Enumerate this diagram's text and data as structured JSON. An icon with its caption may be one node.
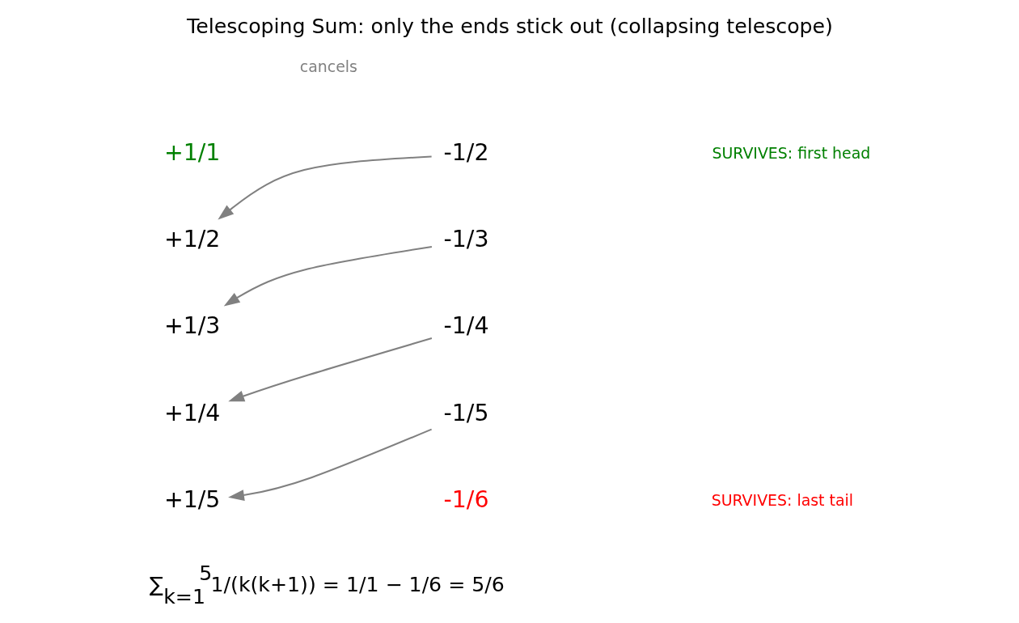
{
  "diagram": {
    "title": "Telescoping Sum: only the ends stick out (collapsing telescope)",
    "caption": "∑$_{k=1}$$^{5}$1/(k(k+1)) = 1/1 − 1/6 = 5/6",
    "nodes": [
      {
        "text": [
          "+1/1"
        ]
      },
      {
        "text": [
          "-1/2"
        ]
      },
      {
        "text": [
          "+1/2"
        ]
      },
      {
        "text": [
          "-1/3"
        ]
      },
      {
        "text": [
          "+1/3"
        ]
      },
      {
        "text": [
          "-1/4"
        ]
      },
      {
        "text": [
          "+1/4"
        ]
      },
      {
        "text": [
          "-1/5"
        ]
      },
      {
        "text": [
          "+1/5"
        ]
      },
      {
        "text": [
          "-1/6"
        ]
      }
    ],
    "edges": [
      {
        "from": 1,
        "to": 2,
        "arrow": "to"
      },
      {
        "from": 3,
        "to": 4,
        "arrow": "to"
      },
      {
        "from": 5,
        "to": 6,
        "arrow": "to"
      },
      {
        "from": 7,
        "to": 8,
        "arrow": "to"
      }
    ],
    "labels": [
      "cancels",
      "SURVIVES: first head",
      "SURVIVES: last tail"
    ]
  }
}
